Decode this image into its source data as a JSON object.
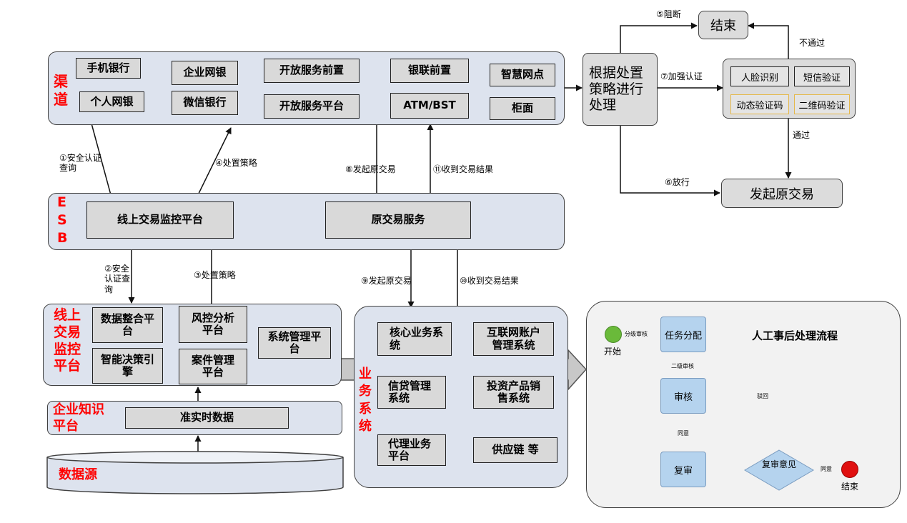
{
  "channel": {
    "label": "渠道",
    "items": [
      "手机银行",
      "个人网银",
      "企业网银",
      "微信银行",
      "开放服务前置",
      "开放服务平台",
      "银联前置",
      "ATM/BST",
      "智慧网点",
      "柜面"
    ]
  },
  "esb": {
    "label_chars": [
      "E",
      "S",
      "B"
    ],
    "monitor": "线上交易监控平台",
    "orig_service": "原交易服务"
  },
  "online": {
    "label": "线上交易监控平台",
    "items": [
      "数据整合平台",
      "智能决策引擎",
      "风控分析平台",
      "案件管理平台",
      "系统管理平台"
    ]
  },
  "knowledge": {
    "label": "企业知识平台",
    "realtime": "准实时数据"
  },
  "datasource": {
    "label": "数据源"
  },
  "business": {
    "label": "业务系统",
    "items": [
      "核心业务系统",
      "互联网账户管理系统",
      "信贷管理系统",
      "投资产品销售系统",
      "代理业务平台",
      "供应链 等"
    ]
  },
  "decision": {
    "process": "根据处置策略进行处理",
    "end": "结束",
    "launch": "发起原交易",
    "auth": [
      "人脸识别",
      "短信验证",
      "动态验证码",
      "二维码验证"
    ]
  },
  "arrows": {
    "a1": "①安全认证查询",
    "a2": "②安全认证查询",
    "a3": "③处置策略",
    "a4": "④处置策略",
    "a5": "⑤阻断",
    "a6": "⑥放行",
    "a7": "⑦加强认证",
    "a8": "⑧发起原交易",
    "a9": "⑨发起原交易",
    "a10": "⑩收到交易结果",
    "a11": "⑪收到交易结果",
    "fail": "不通过",
    "pass": "通过"
  },
  "flow": {
    "title": "人工事后处理流程",
    "start": "开始",
    "assign": "任务分配",
    "review": "审核",
    "recheck": "复审",
    "opinion": "复审意见",
    "end": "结束",
    "l1": "分级审核",
    "l2": "二级审核",
    "l3": "同意",
    "l4": "驳回",
    "l5": "同意"
  }
}
